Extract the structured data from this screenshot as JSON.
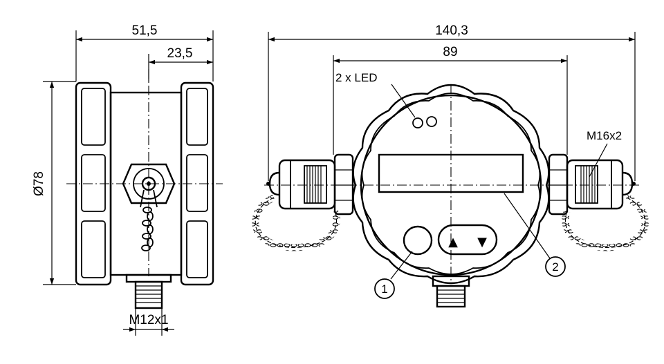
{
  "dimensions": {
    "side_total_width": "51,5",
    "side_offset": "23,5",
    "diameter": "Ø78",
    "connector_thread": "M12x1",
    "front_total_width": "140,3",
    "front_body_width": "89"
  },
  "labels": {
    "led": "2 x LED",
    "gland_thread": "M16x2",
    "callout_1": "1",
    "callout_2": "2"
  },
  "keypad": {
    "up_symbol": "▲",
    "down_symbol": "▼"
  }
}
